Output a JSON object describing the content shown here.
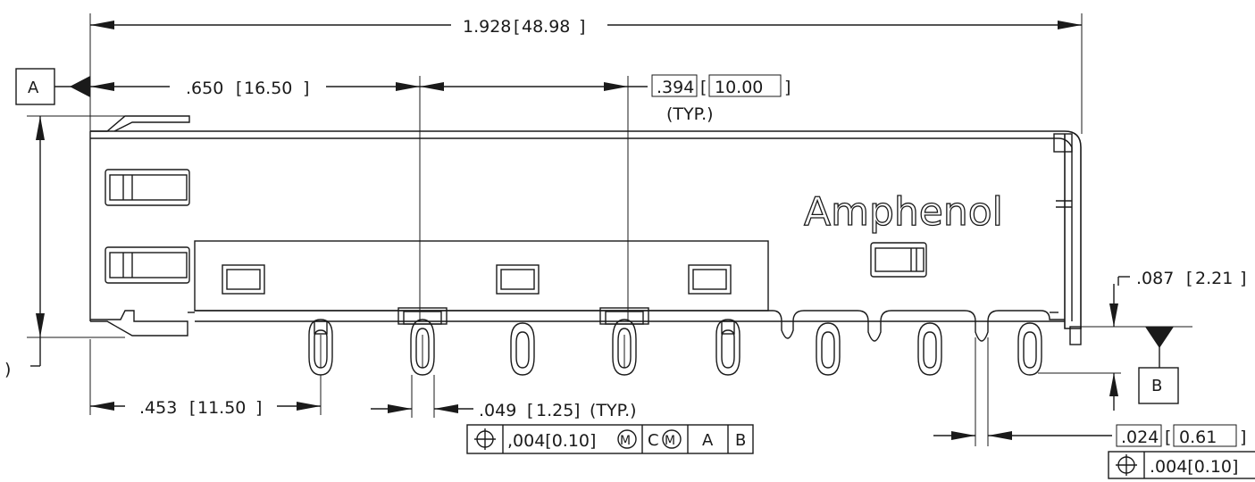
{
  "drawing": {
    "overall_width": {
      "inch": "1.928",
      "mm": "48.98"
    },
    "datum_first_pin": {
      "inch": ".650",
      "mm": "16.50"
    },
    "pin_pitch": {
      "inch": ".394",
      "mm": "10.00",
      "note": "(TYP.)"
    },
    "edge_to_pin": {
      "inch": ".453",
      "mm": "11.50"
    },
    "pin_width": {
      "inch": ".049",
      "mm": "1.25",
      "note": "(TYP.)"
    },
    "standoff": {
      "inch": ".087",
      "mm": "2.21"
    },
    "slot_width": {
      "inch": ".024",
      "mm": "0.61"
    },
    "datums": {
      "a": "A",
      "b": "B",
      "c": "C"
    },
    "logo": "Amphenol",
    "fcf_main": {
      "tolerance": ",004[0.10]",
      "modifier": "M",
      "datum_c": "C",
      "datum_a": "A",
      "datum_b": "B"
    },
    "fcf_right": {
      "tolerance": ".004[0.10]"
    },
    "left_edge_glyph": ")"
  }
}
